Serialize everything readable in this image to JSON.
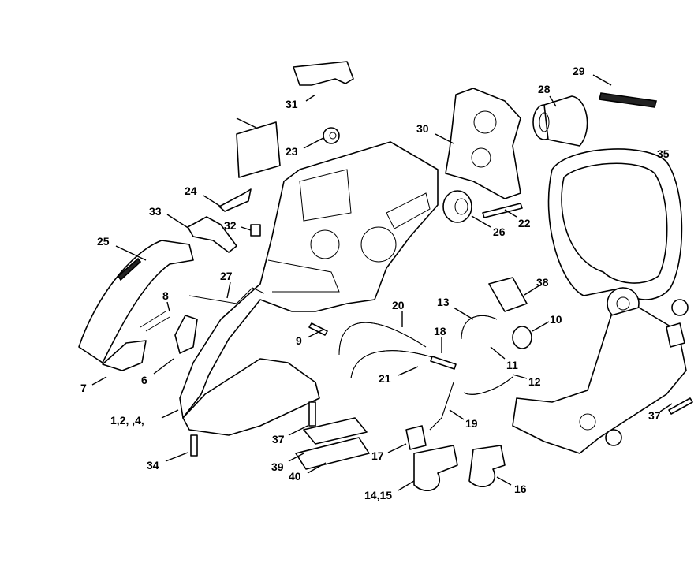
{
  "diagram": {
    "type": "exploded parts view",
    "line_color": "#000000",
    "background": "#ffffff",
    "callouts": {
      "c31": "31",
      "c23": "23",
      "c30": "30",
      "c28": "28",
      "c29": "29",
      "c35": "35",
      "c24": "24",
      "c33": "33",
      "c32": "32",
      "c25": "25",
      "c27": "27",
      "c22": "22",
      "c26": "26",
      "c38": "38",
      "c13": "13",
      "c10": "10",
      "c20": "20",
      "c18": "18",
      "c8": "8",
      "c9": "9",
      "c11": "11",
      "c21": "21",
      "c12": "12",
      "c7": "7",
      "c6": "6",
      "c1234": "1,2, ,4,",
      "c19": "19",
      "c37a": "37",
      "c37b": "37",
      "c17": "17",
      "c34": "34",
      "c39": "39",
      "c40": "40",
      "c1415": "14,15",
      "c16": "16"
    }
  }
}
